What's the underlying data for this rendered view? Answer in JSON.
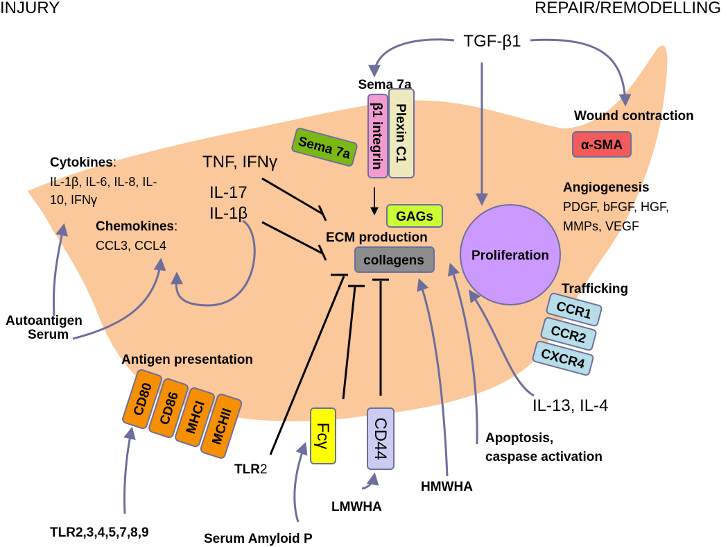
{
  "corners": {
    "injury": "INJURY",
    "repair": "REPAIR/REMODELLING"
  },
  "top_factor": "TGF-β1",
  "receptors": {
    "sema_title": "Sema 7a",
    "b1_integrin": "β1 integrin",
    "plexin": "Plexin C1",
    "sema_small": "Sema 7a"
  },
  "wound": {
    "title": "Wound contraction",
    "asma": "α-SMA"
  },
  "inhibitors": {
    "tnf": "TNF, IFNγ",
    "il17": "IL-17",
    "il1b": "IL-1β"
  },
  "cytokines": {
    "title": "Cytokines",
    "colon": ":",
    "line1": "IL-1β, IL-6, IL-8, IL-",
    "line2": "10, IFNγ"
  },
  "chemokines": {
    "title": "Chemokines",
    "colon": ":",
    "line1": "CCL3, CCL4"
  },
  "ecm": {
    "gags": "GAGs",
    "production": "ECM production",
    "collagens": "collagens"
  },
  "angiogenesis": {
    "title": "Angiogenesis",
    "line1": "PDGF, bFGF, HGF,",
    "line2": "MMPs, VEGF"
  },
  "proliferation": "Proliferation",
  "trafficking": {
    "title": "Trafficking",
    "ccr1": "CCR1",
    "ccr2": "CCR2",
    "cxcr4": "CXCR4"
  },
  "autoantigen": {
    "line1": "Autoantigen",
    "line2": "Serum"
  },
  "antigen": {
    "title": "Antigen presentation",
    "cd80": "CD80",
    "cd86": "CD86",
    "mhci": "MHCI",
    "mchii": "MCHII"
  },
  "il13": "IL-13, IL-4",
  "apoptosis": {
    "line1": "Apoptosis,",
    "line2": "caspase activation"
  },
  "tlr2": {
    "prefix": "TLR",
    "suffix": "2"
  },
  "fcg": "Fcγ",
  "cd44": "CD44",
  "lmwha": "LMWHA",
  "hmwha": "HMWHA",
  "tlr_list": {
    "prefix": "TLR",
    "suffix": "2,3,4,5,7,8,9"
  },
  "serum_amyloid": "Serum Amyloid P",
  "colors": {
    "cell_fill": "#FAC89B",
    "arrow": "#6E6E9C",
    "sema7a_green": "#7CB814",
    "b1_pink": "#F29BD0",
    "plexin_beige": "#EEE8BD",
    "asma_red": "#F25B5B",
    "gags_lime": "#CCFF33",
    "collagen_gray": "#8C8C8C",
    "prolif_purple": "#CC99FF",
    "ccr_teal": "#B7DDE8",
    "antigen_orange": "#F79000",
    "fcg_yellow": "#FFFF00",
    "cd44_lavender": "#CCCCF2"
  }
}
